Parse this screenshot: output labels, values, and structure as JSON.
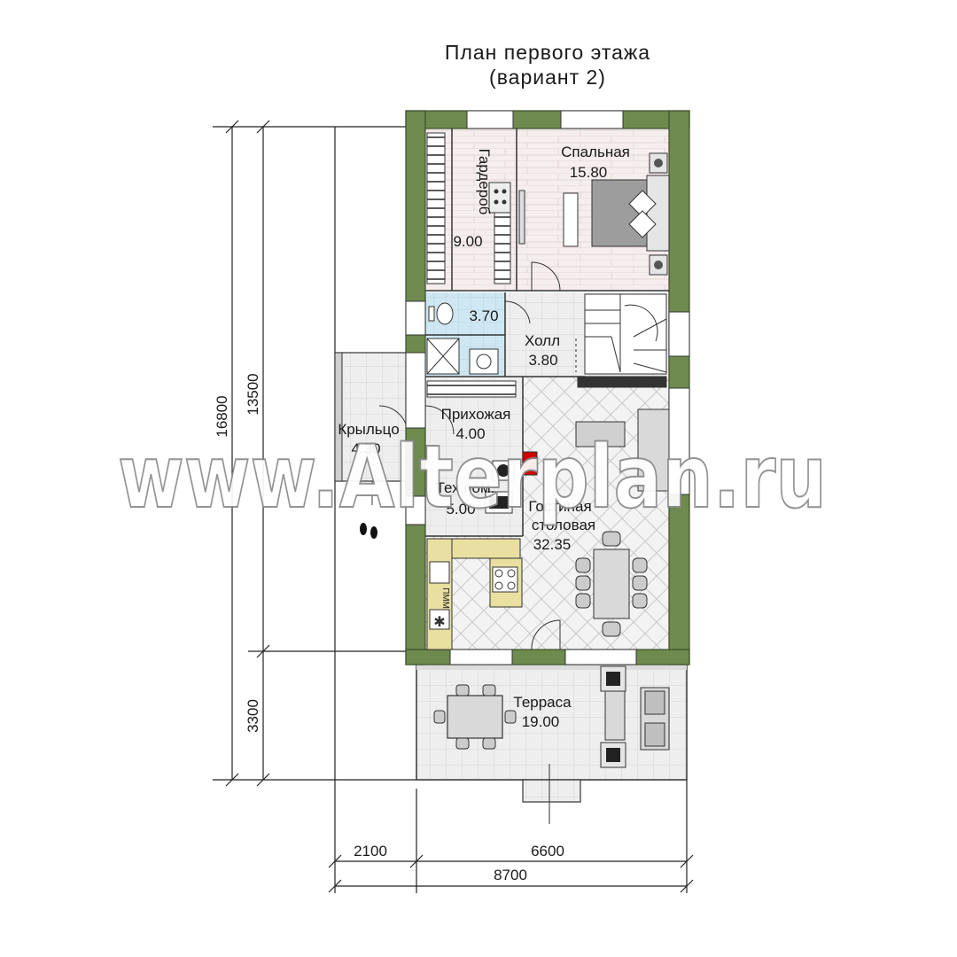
{
  "title": {
    "line1": "План первого этажа",
    "line2": "(вариант 2)"
  },
  "rooms": {
    "bedroom": {
      "name": "Спальная",
      "area": "15.80"
    },
    "wardrobe": {
      "name": "Гардероб",
      "area": "9.00"
    },
    "bathroom": {
      "area": "3.70"
    },
    "hall": {
      "name": "Холл",
      "area": "3.80"
    },
    "entry": {
      "name": "Прихожая",
      "area": "4.00"
    },
    "porch": {
      "name": "Крыльцо",
      "area": "4.30"
    },
    "tech": {
      "name": "Тех.пом.",
      "area": "5.00"
    },
    "living": {
      "name_line1": "Гостиная",
      "name_line2": "столовая",
      "area": "32.35"
    },
    "terrace": {
      "name": "Терраса",
      "area": "19.00"
    }
  },
  "dimensions": {
    "total_height": "16800",
    "house_height": "13500",
    "terrace_depth": "3300",
    "porch_width": "2100",
    "house_width": "6600",
    "total_width": "8700"
  },
  "appliances": {
    "dishwasher": "ПММ"
  },
  "watermark": "www.Alterplan.ru",
  "colors": {
    "wall": "#6f8a4f",
    "wall_stroke": "#3d4f2a",
    "tile_floor": "#f1f1f1",
    "wood_floor": "#f4ecec",
    "bath_floor": "#cfe7f3",
    "kitchen_counter": "#e8dfa0",
    "fireplace": "#d10000",
    "furniture": "#d9d9d9"
  }
}
